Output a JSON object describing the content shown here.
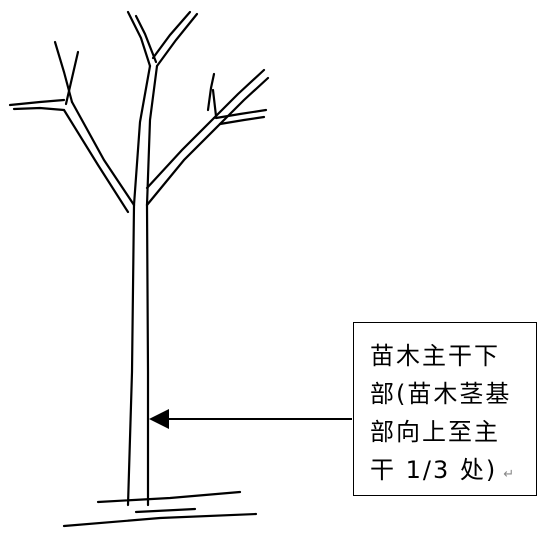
{
  "callout": {
    "lines": [
      "苗木主干下",
      "部(苗木茎基",
      "部向上至主",
      "干 1/3 处)"
    ],
    "paragraph_mark": "↵"
  },
  "colors": {
    "stroke": "#000000",
    "background": "#ffffff",
    "paragraph_mark": "#888888"
  },
  "icons": {
    "pointer": "arrow-left-icon"
  }
}
